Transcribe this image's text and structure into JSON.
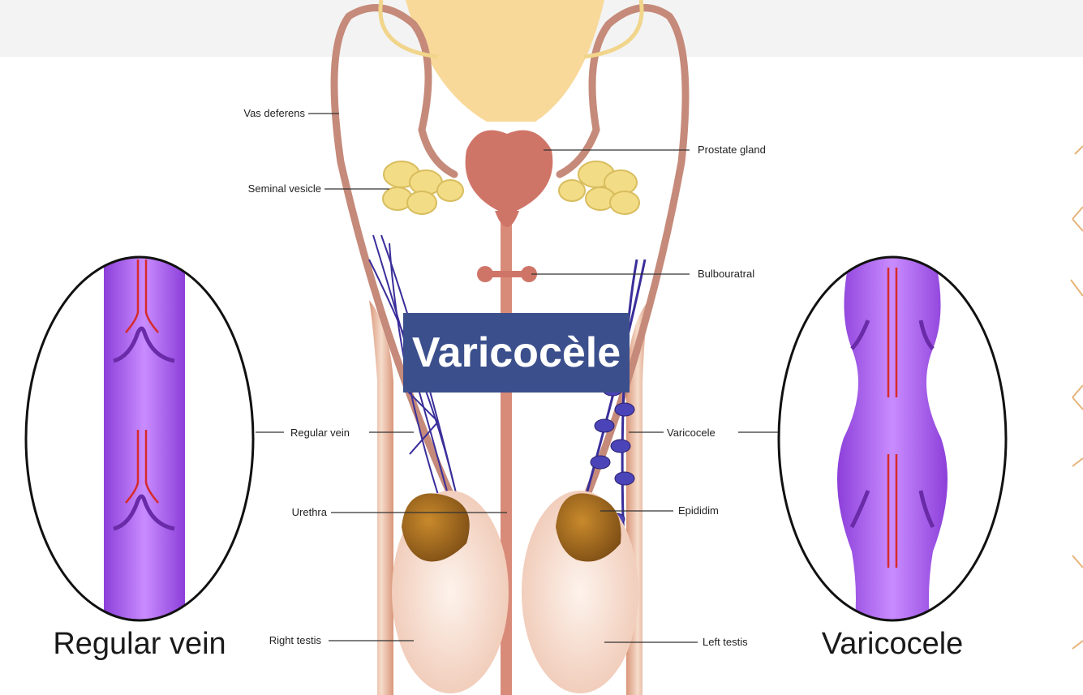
{
  "title": "Varicocèle",
  "labels": {
    "vas_deferens": "Vas deferens",
    "seminal_vesicle": "Seminal vesicle",
    "prostate_gland": "Prostate gland",
    "bulbouratral": "Bulbouratral",
    "regular_vein": "Regular vein",
    "varicocele": "Varicocele",
    "urethra": "Urethra",
    "epididim": "Epididim",
    "right_testis": "Right testis",
    "left_testis": "Left testis"
  },
  "captions": {
    "left": "Regular vein",
    "right": "Varicocele"
  },
  "colors": {
    "banner": "#3b4f8c",
    "vein": "#b469f0",
    "flow_arrow": "#d62b2b",
    "vessel": "#c58a7a",
    "gland": "#cf7568"
  }
}
